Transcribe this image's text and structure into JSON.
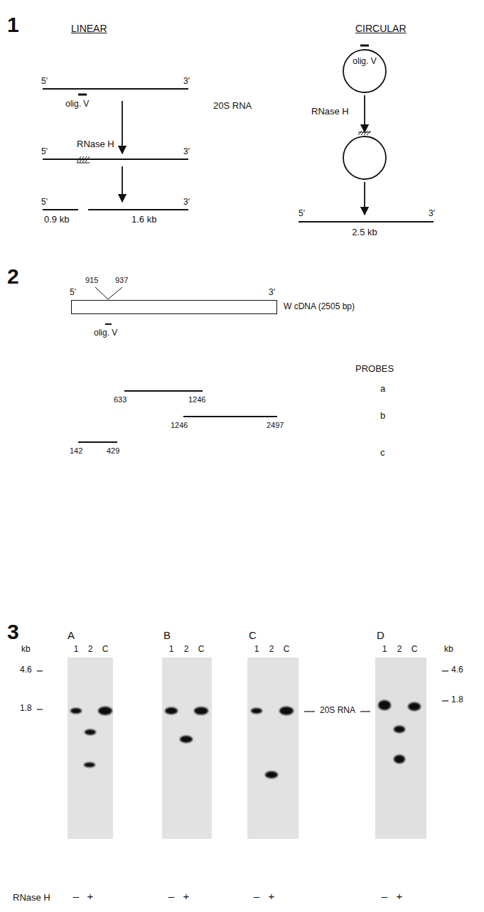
{
  "diagram": {
    "nodes": [
      {
        "text": [
          "W cDNA (2505 bp)"
        ]
      }
    ],
    "labels": [
      "1",
      "LINEAR",
      "CIRCULAR",
      "5'",
      "3'",
      "20S RNA",
      "olig. V",
      "olig. V",
      "RNase H",
      "RNase H",
      "5'",
      "3'",
      "5'",
      "3'",
      "0.9 kb",
      "1.6 kb",
      "5'",
      "3'",
      "2.5 kb",
      "2",
      "915",
      "937",
      "5'",
      "3'",
      "olig. V",
      "PROBES",
      "633",
      "1246",
      "a",
      "1246",
      "2497",
      "b",
      "142",
      "429",
      "c",
      "3",
      "A",
      "B",
      "C",
      "D",
      "kb",
      "1",
      "2",
      "C",
      "1",
      "2",
      "C",
      "1",
      "2",
      "C",
      "1",
      "2",
      "C",
      "4.6",
      "1.8",
      "20S RNA",
      "kb",
      "4.6",
      "1.8",
      "RNase H",
      "–",
      "+",
      "–",
      "+",
      "–",
      "+",
      "–",
      "+"
    ]
  }
}
